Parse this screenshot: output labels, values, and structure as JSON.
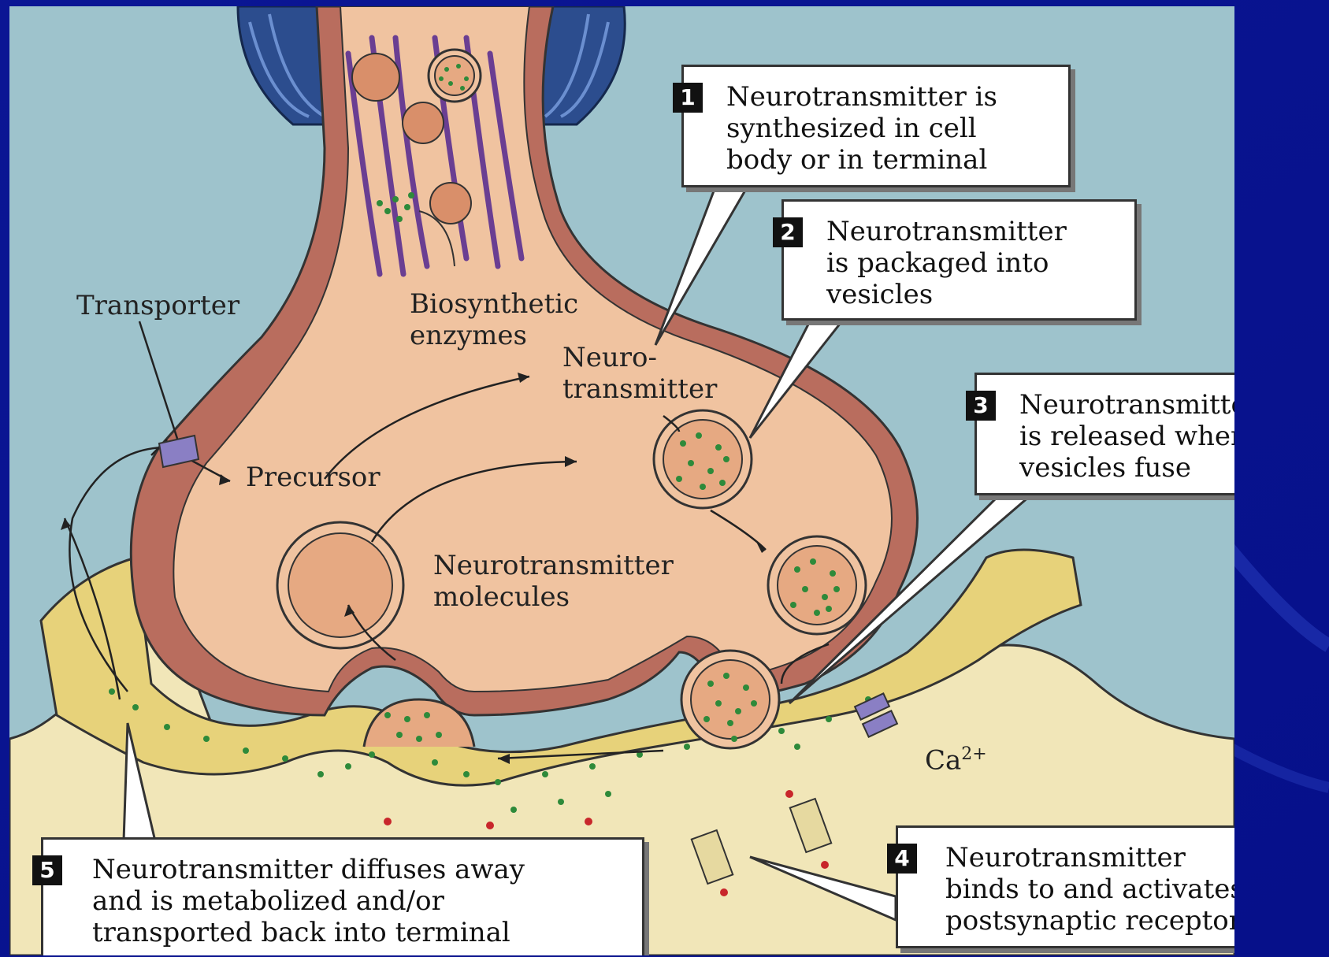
{
  "callouts": [
    {
      "number": "1",
      "text": "Neurotransmitter is\nsynthesized in cell\nbody or in terminal"
    },
    {
      "number": "2",
      "text": "Neurotransmitter\nis packaged into\nvesicles"
    },
    {
      "number": "3",
      "text": "Neurotransmitter\nis released when\nvesicles fuse"
    },
    {
      "number": "4",
      "text": "Neurotransmitter\nbinds to and activates\npostsynaptic receptors"
    },
    {
      "number": "5",
      "text": "Neurotransmitter diffuses away\nand is metabolized and/or\ntransported back into terminal"
    }
  ],
  "labels": {
    "transporter": "Transporter",
    "biosynthetic_enzymes": "Biosynthetic\nenzymes",
    "neurotransmitter": "Neuro-\ntransmitter",
    "precursor": "Precursor",
    "neurotransmitter_molecules": "Neurotransmitter\nmolecules",
    "calcium": "Ca",
    "calcium_charge": "2+"
  },
  "colors": {
    "background": "#0a0f8a",
    "extracellular": "#9ec3cc",
    "terminal_fill": "#f0c3a0",
    "terminal_membrane": "#b96d5e",
    "postsynaptic_fill": "#f1e6b8",
    "cleft": "#e7d27a",
    "vesicle_dot": "#2e8a3a",
    "myelin": "#2c4d8e",
    "microtubule": "#6a3e92"
  }
}
